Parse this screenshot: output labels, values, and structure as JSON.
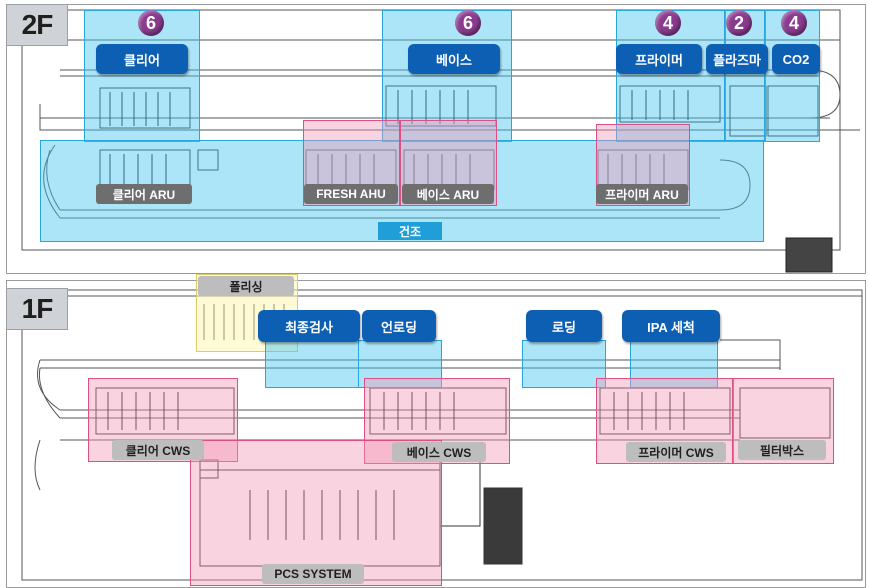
{
  "floors": {
    "upper": {
      "tag": "2F",
      "badges": [
        "6",
        "6",
        "4",
        "2",
        "4"
      ],
      "process_labels": [
        "클리어",
        "베이스",
        "프라이머",
        "플라즈마",
        "CO2"
      ],
      "aru_labels": [
        "클리어 ARU",
        "FRESH AHU",
        "베이스 ARU",
        "프라이머 ARU"
      ],
      "dry_label": "건조"
    },
    "lower": {
      "tag": "1F",
      "polishing": "폴리싱",
      "process_labels": [
        "최종검사",
        "언로딩",
        "로딩",
        "IPA 세척"
      ],
      "cws_labels": [
        "클리어 CWS",
        "베이스 CWS",
        "프라이머 CWS",
        "필터박스"
      ],
      "pcs": "PCS SYSTEM"
    }
  },
  "colors": {
    "process_pill": "#0d5fb3",
    "badge": "#8a3b8f",
    "blue_zone": "#48c4f0",
    "pink_zone": "#f496b4",
    "yellow_zone": "#fff5b4"
  }
}
